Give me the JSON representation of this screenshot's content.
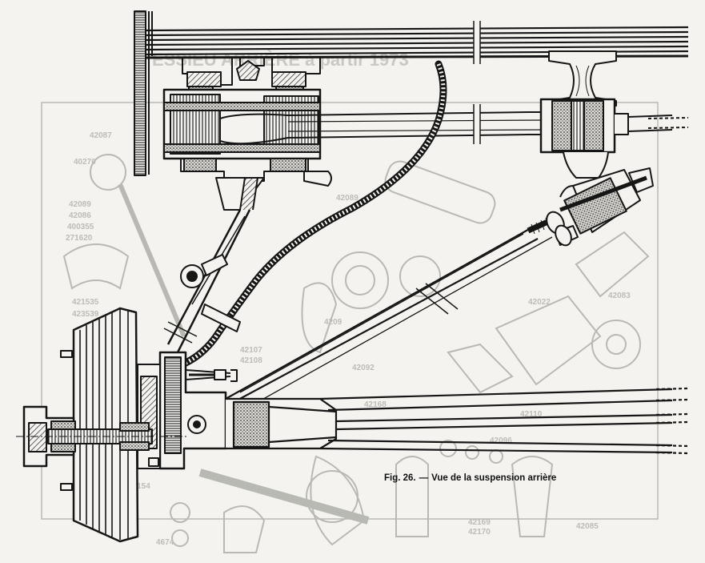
{
  "figure": {
    "number_label": "Fig. 26.",
    "dash": "—",
    "caption": "Vue de la suspension arrière"
  },
  "background_sheet": {
    "title_fragment": "ESSIEU ARRIÈRE à partir 1973",
    "part_numbers": [
      "42087",
      "40270",
      "42089",
      "42086",
      "400355",
      "271620",
      "421535",
      "423539",
      "42089",
      "42107",
      "42108",
      "42092",
      "42022",
      "4209",
      "42168",
      "42096",
      "42083",
      "42169",
      "42170",
      "42085",
      "4674",
      "42110",
      "42154"
    ]
  },
  "colors": {
    "ink": "#161616",
    "ghost": "#b9b9b4",
    "paper": "#f4f3ef",
    "rubber_fill": "#8a8a86"
  }
}
